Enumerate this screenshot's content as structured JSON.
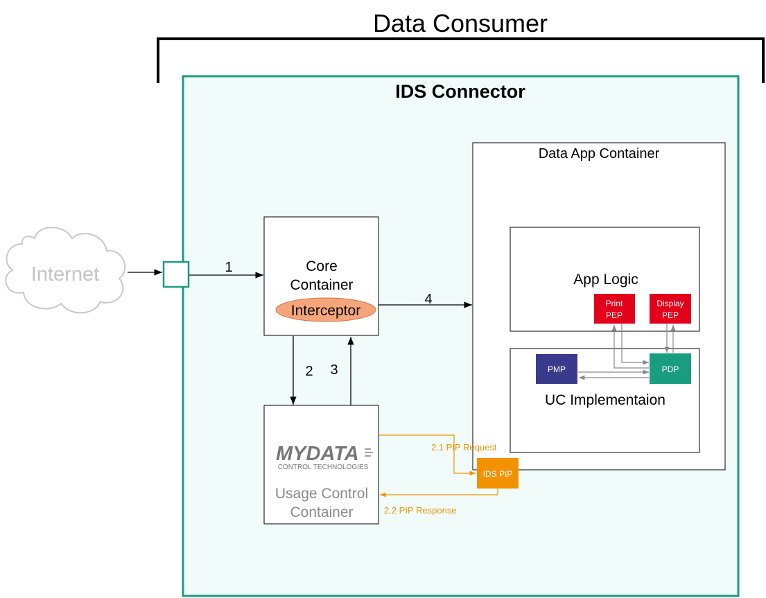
{
  "title": "Data Consumer",
  "connector": {
    "title": "IDS Connector"
  },
  "internet": {
    "label": "Internet"
  },
  "core_container": {
    "line1": "Core",
    "line2": "Container",
    "interceptor": "Interceptor"
  },
  "usage_control_container": {
    "logo_main": "MYDATA",
    "logo_sub": "CONTROL TECHNOLOGIES",
    "line1": "Usage Control",
    "line2": "Container"
  },
  "data_app_container": {
    "title": "Data App Container",
    "app_logic": {
      "title": "App Logic",
      "print_pep": [
        "Print",
        "PEP"
      ],
      "display_pep": [
        "Display",
        "PEP"
      ]
    },
    "uc_implementation": {
      "title": "UC Implementaion",
      "pmp": "PMP",
      "pdp": "PDP"
    }
  },
  "ids_pip": {
    "label": "IDS PIP"
  },
  "flows": {
    "step1": "1",
    "step2": "2",
    "step3": "3",
    "step4": "4",
    "pip_request": "2.1 PIP Request",
    "pip_response": "2.2 PIP Response"
  },
  "colors": {
    "connector_border": "#1a9c80",
    "connector_fill": "#f0fbfa",
    "interceptor_fill": "#f4a67a",
    "interceptor_stroke": "#d0784a",
    "pep_red": "#e2001a",
    "pdp_green": "#1a9c80",
    "pmp_navy": "#3a3a8c",
    "pip_orange": "#f39200",
    "logo_green": "#2e9e3f",
    "logo_gray": "#777777"
  }
}
